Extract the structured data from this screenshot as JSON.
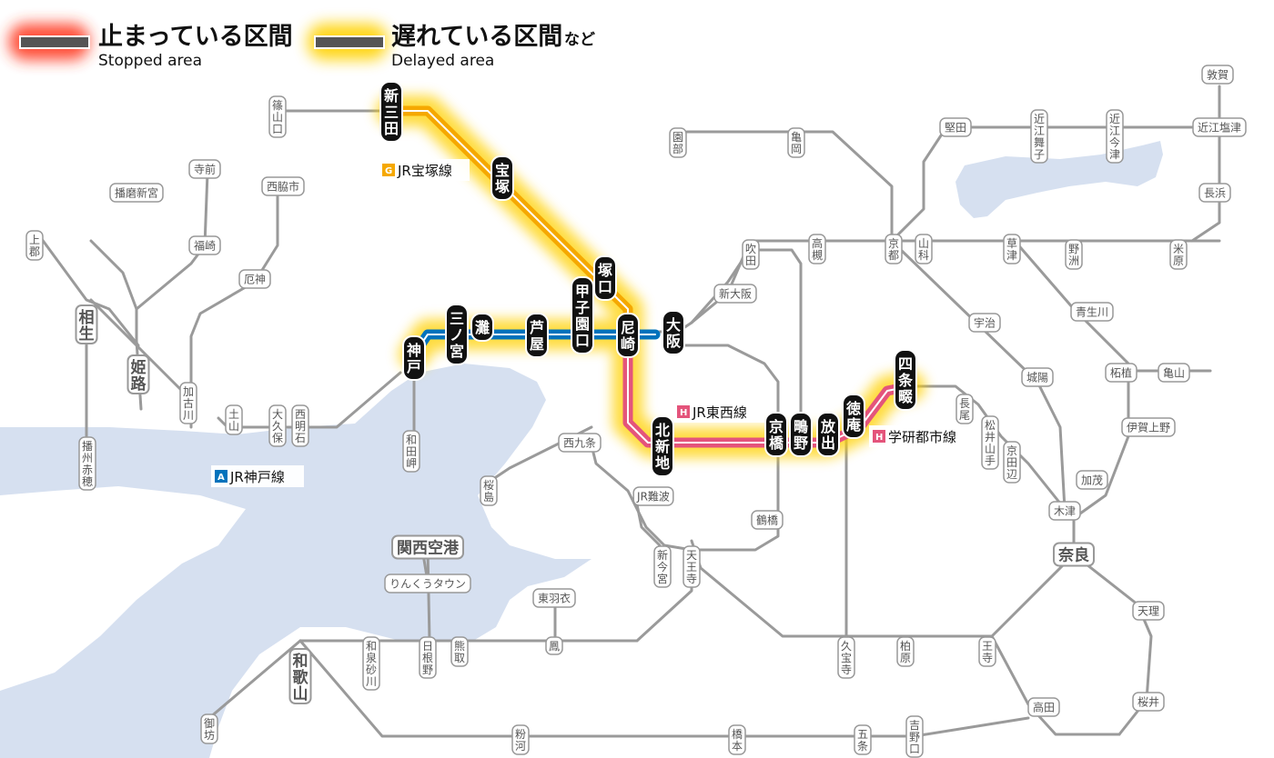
{
  "legend": {
    "stopped": {
      "title": "止まっている区間",
      "subtitle": "Stopped area",
      "color": "#ff2a1a"
    },
    "delayed": {
      "title": "遅れている区間",
      "suffix": "など",
      "subtitle": "Delayed area",
      "color": "#ffd200"
    }
  },
  "lines": [
    {
      "key": "takarazuka",
      "icon": "G",
      "label": "JR宝塚線",
      "color": "#f5a800"
    },
    {
      "key": "kobe",
      "icon": "A",
      "label": "JR神戸線",
      "color": "#0072bc"
    },
    {
      "key": "tozai",
      "icon": "H",
      "label": "JR東西線",
      "color": "#e4547b"
    },
    {
      "key": "gakkentoshi",
      "icon": "H",
      "label": "学研都市線",
      "color": "#e4547b"
    }
  ],
  "colors": {
    "water": "#d6e0f0",
    "track": "#9a9a9a",
    "station_gray": "#999999",
    "station_black": "#111111"
  },
  "stations_affected": [
    "新三田",
    "宝塚",
    "塚口",
    "尼崎",
    "甲子園口",
    "芦屋",
    "灘",
    "三ノ宮",
    "神戸",
    "北新地",
    "大阪",
    "京橋",
    "鴫野",
    "放出",
    "徳庵",
    "四条畷"
  ],
  "stations_other": [
    "篠山口",
    "園部",
    "亀岡",
    "京都",
    "山科",
    "堅田",
    "近江舞子",
    "近江今津",
    "敦賀",
    "近江塩津",
    "長浜",
    "米原",
    "野洲",
    "草津",
    "吹田",
    "高槻",
    "新大阪",
    "宇治",
    "城陽",
    "京田辺",
    "松井山手",
    "長尾",
    "青生川",
    "柘植",
    "亀山",
    "伊賀上野",
    "加茂",
    "木津",
    "奈良",
    "天理",
    "桜井",
    "王寺",
    "高田",
    "柏原",
    "久宝寺",
    "鶴橋",
    "天王寺",
    "新今宮",
    "JR難波",
    "西九条",
    "桜島",
    "和田岬",
    "西明石",
    "大久保",
    "土山",
    "加古川",
    "厄神",
    "西脇市",
    "福崎",
    "寺前",
    "播磨新宮",
    "上郡",
    "相生",
    "姫路",
    "播州赤穂",
    "関西空港",
    "りんくうタウン",
    "日根野",
    "熊取",
    "和泉砂川",
    "東羽衣",
    "鳳",
    "和歌山",
    "御坊",
    "粉河",
    "橋本",
    "五条",
    "吉野口"
  ]
}
